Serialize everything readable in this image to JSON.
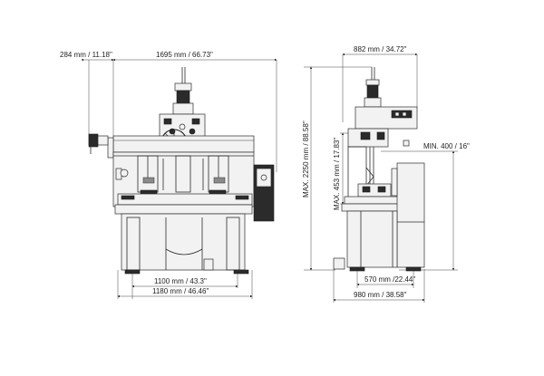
{
  "dimensions": {
    "front_depth_offset": "284 mm / 11.18\"",
    "front_width": "1695 mm / 66.73\"",
    "front_base_inner": "1100 mm / 43.3\"",
    "front_base_outer": "1180 mm / 46.46\"",
    "side_top_width": "882 mm / 34.72\"",
    "side_max_height": "MAX. 2250 mm / 88.58\"",
    "side_max_stroke": "MAX. 453 mm / 17.83\"",
    "side_min_height": "MIN. 400 / 16\"",
    "side_base_inner": "570 mm /22.44\"",
    "side_base_outer": "980 mm / 38.58\""
  }
}
